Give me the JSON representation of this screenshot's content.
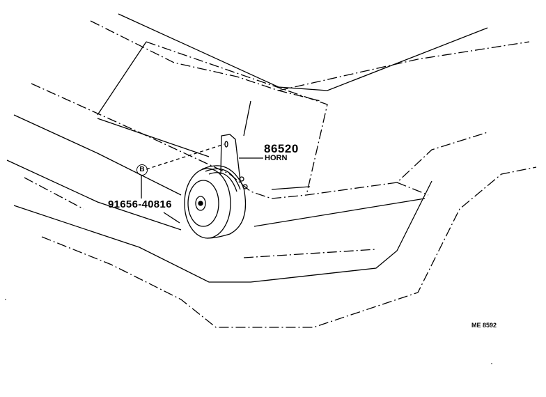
{
  "parts": [
    {
      "number": "86520",
      "name": "HORN"
    },
    {
      "number": "91656-40816",
      "ref_mark": "B"
    }
  ],
  "diagram_code": "ME 8592",
  "colors": {
    "line": "#000000",
    "background": "#ffffff"
  }
}
